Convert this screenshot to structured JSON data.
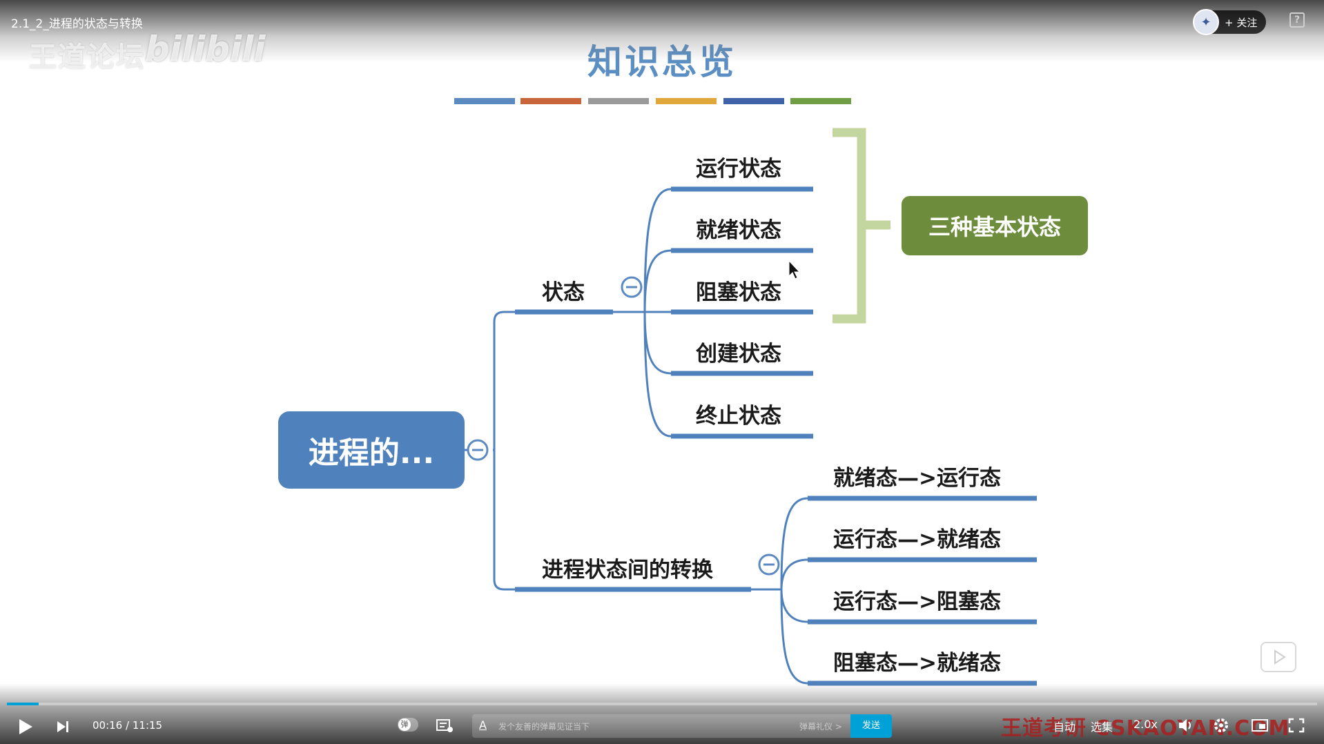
{
  "player": {
    "video_title": "2.1_2_进程的状态与转换",
    "watermark_text": "王道论坛",
    "watermark_logo": "bilibili",
    "follow_label": "+ 关注",
    "current_time": "00:16",
    "time_separator": "/",
    "duration": "11:15",
    "progress_fraction": 0.024,
    "danmaku_placeholder": "发个友善的弹幕见证当下",
    "danmaku_etiquette": "弹幕礼仪 >",
    "send_label": "发送",
    "autoplay_label": "自动",
    "episodes_label": "选集",
    "speed_label": "2.0x",
    "brand_watermark": "王道考研 CSKAOYAN.COM",
    "accent_color": "#00a1d6"
  },
  "slide": {
    "title": "知识总览",
    "color_bars": [
      "#5a8ac0",
      "#c9653b",
      "#9a9a9a",
      "#e0a73a",
      "#3f62a8",
      "#6f9e45"
    ],
    "root": "进程的...",
    "branch_state": "状态",
    "states": [
      "运行状态",
      "就绪状态",
      "阻塞状态",
      "创建状态",
      "终止状态"
    ],
    "summary": "三种基本状态",
    "branch_transition": "进程状态间的转换",
    "transitions": [
      "就绪态—>运行态",
      "运行态—>就绪态",
      "运行态—>阻塞态",
      "阻塞态—>就绪态"
    ],
    "line_color": "#4f81bd",
    "bracket_color": "#c4d6a0",
    "summary_color": "#6d8c3c"
  }
}
